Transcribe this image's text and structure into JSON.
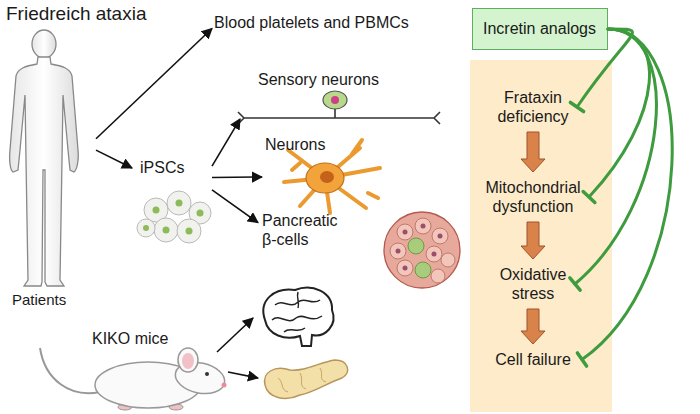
{
  "diagram": {
    "title": "Friedreich ataxia",
    "nodes": [
      {
        "text": [
          "Patients"
        ]
      },
      {
        "text": [
          "Blood platelets and PBMCs"
        ]
      },
      {
        "text": [
          "iPSCs"
        ]
      },
      {
        "text": [
          "Sensory neurons"
        ]
      },
      {
        "text": [
          "Neurons"
        ]
      },
      {
        "text": [
          "Pancreatic β-cells"
        ]
      },
      {
        "text": [
          "KIKO mice"
        ]
      },
      {
        "text": [
          "Incretin analogs"
        ]
      },
      {
        "text": []
      },
      {
        "text": [
          "Frataxin deficiency"
        ],
        "in": 8
      },
      {
        "text": [
          "Mitochondrial dysfunction"
        ],
        "in": 8
      },
      {
        "text": [
          "Oxidative stress"
        ],
        "in": 8
      },
      {
        "text": [
          "Cell failure"
        ],
        "in": 8
      }
    ],
    "edges": [
      {
        "from": 0,
        "to": 1,
        "arrow": "to"
      },
      {
        "from": 0,
        "to": 2,
        "arrow": "to"
      },
      {
        "from": 2,
        "to": 3,
        "arrow": "to"
      },
      {
        "from": 2,
        "to": 4,
        "arrow": "to"
      },
      {
        "from": 2,
        "to": 5,
        "arrow": "to"
      },
      {
        "from": 9,
        "to": 10,
        "arrow": "to"
      },
      {
        "from": 10,
        "to": 11,
        "arrow": "to"
      },
      {
        "from": 11,
        "to": 12,
        "arrow": "to"
      },
      {
        "from": 7,
        "to": 9,
        "arrow": "to"
      },
      {
        "from": 7,
        "to": 10,
        "arrow": "to"
      },
      {
        "from": 7,
        "to": 11,
        "arrow": "to"
      },
      {
        "from": 7,
        "to": 12,
        "arrow": "to"
      }
    ]
  }
}
